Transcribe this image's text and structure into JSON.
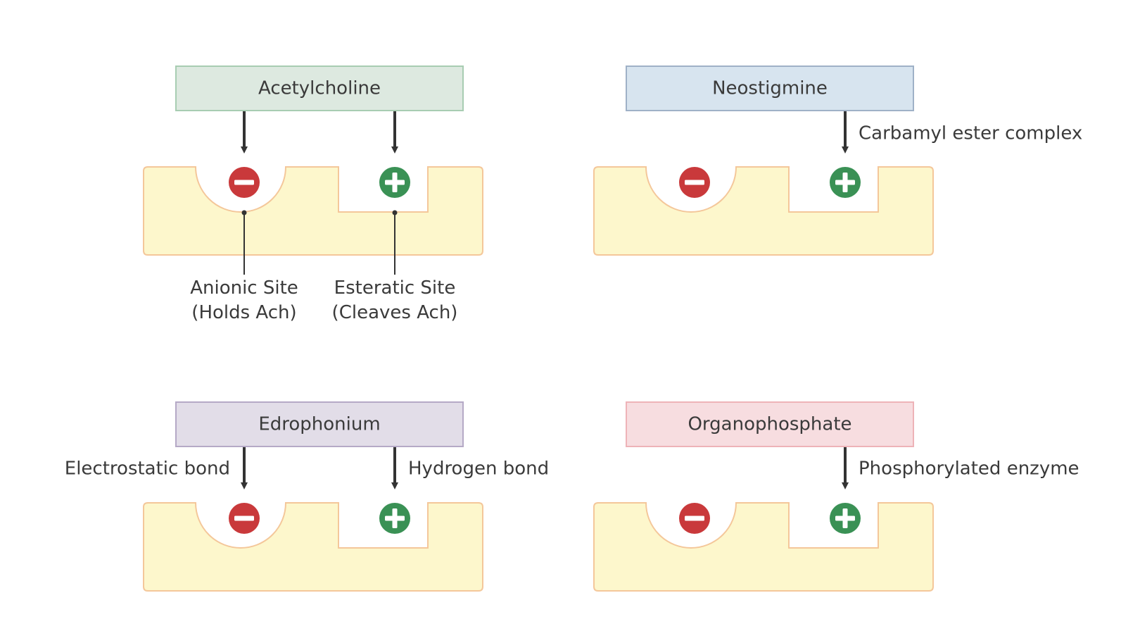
{
  "colors": {
    "enzyme_fill": "#fdf7cc",
    "enzyme_stroke": "#f4c79a",
    "negative": "#c9393b",
    "positive": "#3a9155",
    "arrow": "#333333",
    "text": "#3a3a3a"
  },
  "panels": {
    "acetylcholine": {
      "title": "Acetylcholine",
      "title_bg": "#dde9e0",
      "title_border": "#a8cdb2",
      "anionic_site_line1": "Anionic Site",
      "anionic_site_line2": "(Holds Ach)",
      "esteratic_site_line1": "Esteratic Site",
      "esteratic_site_line2": "(Cleaves Ach)"
    },
    "neostigmine": {
      "title": "Neostigmine",
      "title_bg": "#d7e4ef",
      "title_border": "#9fb1c7",
      "bond_label": "Carbamyl ester complex"
    },
    "edrophonium": {
      "title": "Edrophonium",
      "title_bg": "#e2dde8",
      "title_border": "#b5a9c6",
      "left_bond_label": "Electrostatic bond",
      "right_bond_label": "Hydrogen bond"
    },
    "organophosphate": {
      "title": "Organophosphate",
      "title_bg": "#f7dde0",
      "title_border": "#eeb3b8",
      "bond_label": "Phosphorylated enzyme"
    }
  }
}
